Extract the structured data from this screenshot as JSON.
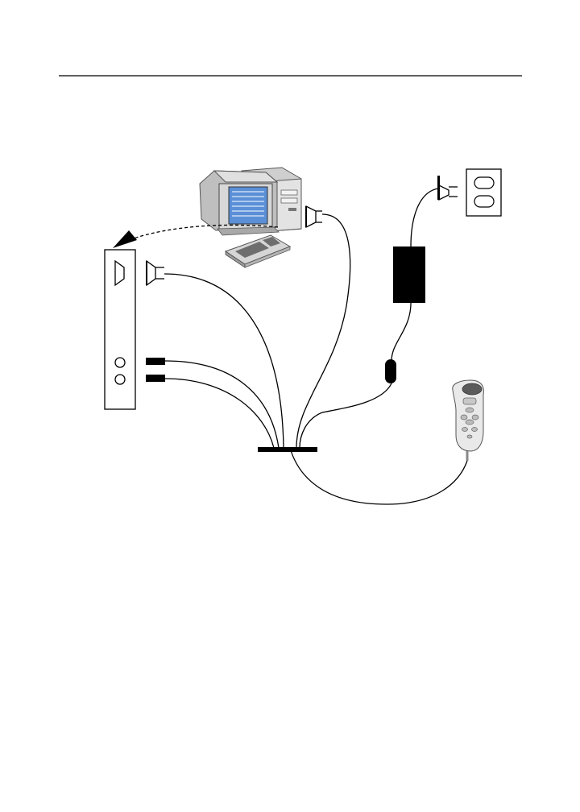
{
  "page": {
    "background": "#ffffff"
  },
  "colors": {
    "line": "#000000",
    "screen": "#5b8fd6",
    "screen_lines": "#c6dcf5",
    "case": "#d4d4d4",
    "case_dark": "#8a8a8a",
    "keyboard": "#cfcfcf",
    "microphone": "#e9e9e9",
    "mic_button": "#6a6a6a"
  },
  "components": [
    {
      "id": "computer",
      "icon": "desktop-computer-icon"
    },
    {
      "id": "computer-usb-port",
      "icon": "usb-port-icon"
    },
    {
      "id": "dock-unit",
      "icon": "base-unit-icon"
    },
    {
      "id": "dock-usb-plug",
      "icon": "usb-plug-icon"
    },
    {
      "id": "audio-jack-1",
      "icon": "audio-jack-icon"
    },
    {
      "id": "audio-jack-2",
      "icon": "audio-jack-icon"
    },
    {
      "id": "power-adapter",
      "icon": "power-adapter-icon"
    },
    {
      "id": "wall-outlet",
      "icon": "wall-outlet-icon"
    },
    {
      "id": "power-plug",
      "icon": "power-plug-icon"
    },
    {
      "id": "inline-connector",
      "icon": "inline-connector-icon"
    },
    {
      "id": "handheld-microphone",
      "icon": "handheld-microphone-icon"
    },
    {
      "id": "cable-junction",
      "icon": "cable-junction-icon"
    }
  ],
  "connections": [
    {
      "from": "computer",
      "to": "dock-unit",
      "style": "dashed-arrow"
    },
    {
      "from": "computer-usb-port",
      "to": "cable-junction",
      "style": "solid"
    },
    {
      "from": "dock-usb-plug",
      "to": "cable-junction",
      "style": "solid"
    },
    {
      "from": "audio-jack-1",
      "to": "cable-junction",
      "style": "solid"
    },
    {
      "from": "audio-jack-2",
      "to": "cable-junction",
      "style": "solid"
    },
    {
      "from": "inline-connector",
      "to": "cable-junction",
      "style": "solid"
    },
    {
      "from": "handheld-microphone",
      "to": "cable-junction",
      "style": "solid"
    },
    {
      "from": "power-adapter",
      "to": "inline-connector",
      "style": "solid"
    },
    {
      "from": "power-plug",
      "to": "power-adapter",
      "style": "solid"
    }
  ]
}
